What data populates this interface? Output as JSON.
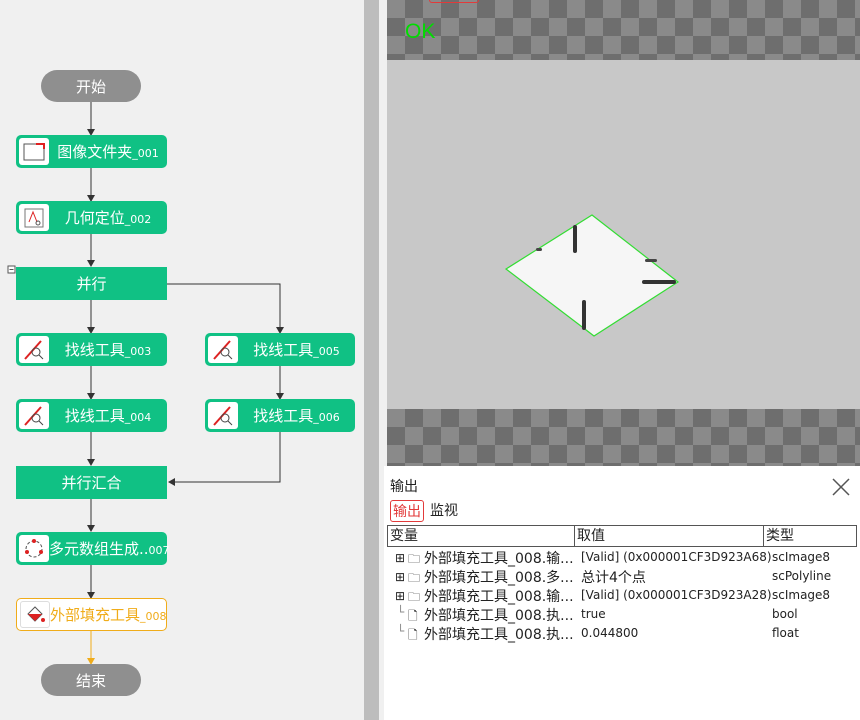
{
  "flow": {
    "start": "开始",
    "end": "结束",
    "nodes": [
      {
        "name": "图像文件夹",
        "suffix": "_001"
      },
      {
        "name": "几何定位",
        "suffix": "_002"
      },
      {
        "name": "找线工具",
        "suffix": "_003"
      },
      {
        "name": "找线工具",
        "suffix": "_005"
      },
      {
        "name": "找线工具",
        "suffix": "_004"
      },
      {
        "name": "找线工具",
        "suffix": "_006"
      },
      {
        "name": "多元数组生成..",
        "suffix": "007"
      },
      {
        "name": "外部填充工具",
        "suffix": "_008"
      }
    ],
    "parallel": "并行",
    "parallel_join": "并行汇合"
  },
  "viewer": {
    "status_text": "OK"
  },
  "output": {
    "title": "输出",
    "tabs": [
      "输出",
      "监视"
    ],
    "columns": [
      "变量",
      "取值",
      "类型"
    ],
    "rows": [
      {
        "variable": "外部填充工具_008.输...",
        "value": "[Valid] (0x000001CF3D923A68)",
        "type": "scImage8"
      },
      {
        "variable": "外部填充工具_008.多...",
        "value": "总计4个点",
        "type": "scPolyline"
      },
      {
        "variable": "外部填充工具_008.输...",
        "value": "[Valid] (0x000001CF3D923A28)",
        "type": "scImage8"
      },
      {
        "variable": "外部填充工具_008.执...",
        "value": "true",
        "type": "bool"
      },
      {
        "variable": "外部填充工具_008.执...",
        "value": "0.044800",
        "type": "float"
      }
    ]
  },
  "colors": {
    "node_green": "#10c184",
    "pill_gray": "#8f8f8f",
    "selected_yellow": "#f0ac1a",
    "ok_green": "#00dd00",
    "outline_green": "#33dd33",
    "tab_red": "#e23a3a"
  }
}
